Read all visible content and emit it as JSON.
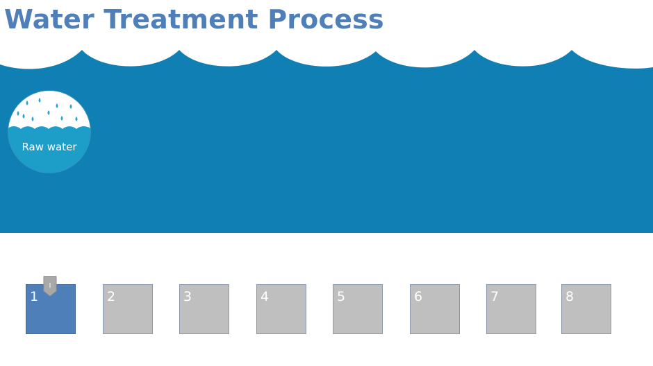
{
  "page": {
    "title": "Water Treatment Process"
  },
  "colors": {
    "title": "#4f7fb8",
    "water": "#1080b4",
    "active_step": "#4f7fb8",
    "inactive_step": "#bfbfbf",
    "marker": "#a9a9a9"
  },
  "stage": {
    "current_label": "Raw water",
    "icon": "rain-drops-over-water-icon"
  },
  "steps": [
    {
      "label": "1",
      "active": true
    },
    {
      "label": "2",
      "active": false
    },
    {
      "label": "3",
      "active": false
    },
    {
      "label": "4",
      "active": false
    },
    {
      "label": "5",
      "active": false
    },
    {
      "label": "6",
      "active": false
    },
    {
      "label": "7",
      "active": false
    },
    {
      "label": "8",
      "active": false
    }
  ],
  "marker": {
    "label": "I",
    "current_step": 1
  }
}
